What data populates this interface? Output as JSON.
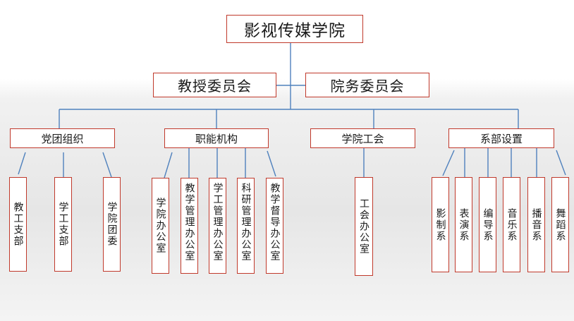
{
  "org": {
    "root": "影视传媒学院",
    "committees": [
      "教授委员会",
      "院务委员会"
    ],
    "groups": [
      {
        "label": "党团组织",
        "units": [
          "教工支部",
          "学工支部",
          "学院团委"
        ]
      },
      {
        "label": "职能机构",
        "units": [
          "学院办公室",
          "教学管理办公室",
          "学工管理办公室",
          "科研管理办公室",
          "教学督导办公室"
        ]
      },
      {
        "label": "学院工会",
        "units": [
          "工会办公室"
        ]
      },
      {
        "label": "系部设置",
        "units": [
          "影制系",
          "表演系",
          "编导系",
          "音乐系",
          "播音系",
          "舞蹈系"
        ]
      }
    ]
  },
  "colors": {
    "box_border": "#c0392b",
    "connector": "#4f81bd"
  }
}
